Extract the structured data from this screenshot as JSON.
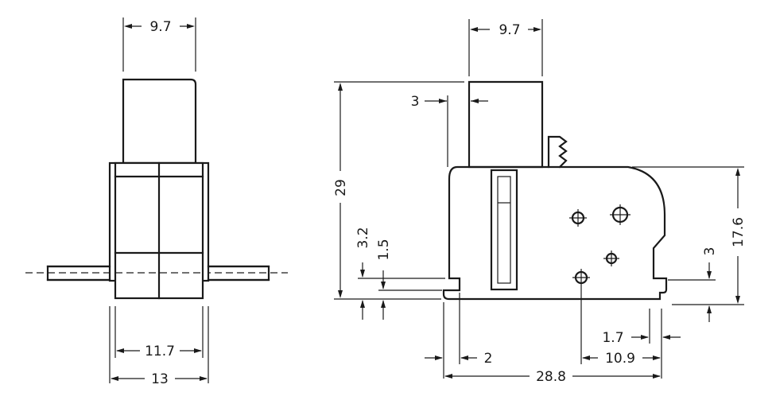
{
  "front_view": {
    "top_width": "9.7",
    "inner_width": "11.7",
    "outer_width": "13"
  },
  "side_view": {
    "top_width": "9.7",
    "top_offset": "3",
    "total_height": "29",
    "pin_height": "3.2",
    "step_height": "1.5",
    "body_height": "17.6",
    "lower_height": "3",
    "foot_offset": "2",
    "right_gap": "1.7",
    "hole_offset": "10.9",
    "total_length": "28.8"
  }
}
